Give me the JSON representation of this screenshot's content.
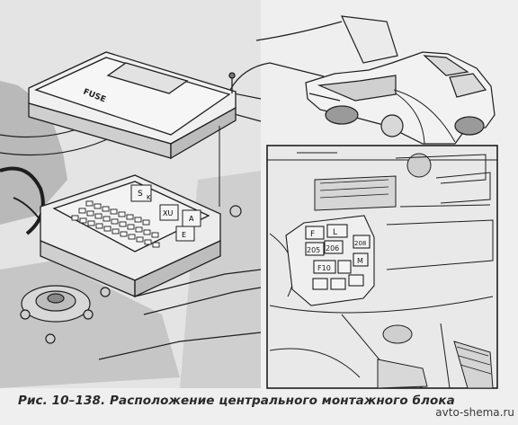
{
  "figure": {
    "caption": "Рис. 10–138. Расположение центрального монтажного блока",
    "watermark": "avto-shema.ru"
  },
  "labels": {
    "fuse_cover": "FUSE",
    "relay_s": "S",
    "relay_k": "K",
    "relay_xu": "XU",
    "relay_a": "A",
    "relay_e": "E",
    "box_f": "F",
    "box_l": "L",
    "box_205": "205",
    "box_206": "206",
    "box_208": "208",
    "box_f10": "F10",
    "box_m": "M"
  },
  "colors": {
    "background": "#efefef",
    "line": "#1e1e1e",
    "shade": "#9a9a9a"
  }
}
